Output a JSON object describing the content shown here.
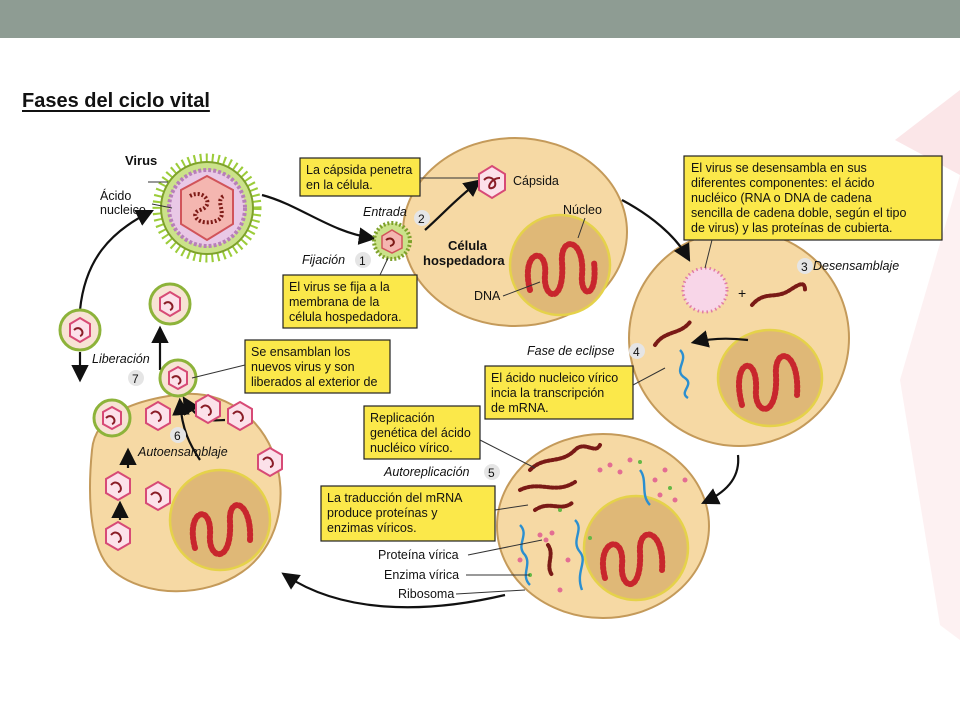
{
  "page": {
    "title": "Fases del ciclo vital",
    "bar_color": "#8e9c93"
  },
  "diagram": {
    "labels": {
      "virus": "Virus",
      "acido_nucleico_1": "Ácido",
      "acido_nucleico_2": "nucleico",
      "entrada": "Entrada",
      "capsida": "Cápsida",
      "nucleo": "Núcleo",
      "celula_1": "Célula",
      "celula_2": "hospedadora",
      "fijacion": "Fijación",
      "dna": "DNA",
      "desensamblaje": "Desensamblaje",
      "fase_eclipse": "Fase de eclipse",
      "liberacion": "Liberación",
      "autoensamblaje": "Autoensamblaje",
      "autoreplicacion": "Autoreplicación",
      "proteina_virica": "Proteína vírica",
      "enzima_virica": "Enzima vírica",
      "ribosoma": "Ribosoma",
      "plus": "+"
    },
    "steps": [
      "1",
      "2",
      "3",
      "4",
      "5",
      "6",
      "7"
    ],
    "notes": {
      "capsida_penetra": [
        "La cápsida penetra",
        "en la célula."
      ],
      "virus_se_fija": [
        "El virus se fija a la",
        "membrana de la",
        "célula hospedadora."
      ],
      "desensambla": [
        "El virus se desensambla en sus",
        "diferentes componentes: el ácido",
        "nucléico (RNA o DNA de cadena",
        "sencilla de cadena doble, según el tipo",
        "de virus) y las proteínas de cubierta."
      ],
      "ensamblan": [
        "Se ensamblan los",
        "nuevos virus y son",
        "liberados al exterior de"
      ],
      "acido_inicia": [
        "El ácido nucleico vírico",
        "incia la transcripción",
        "de mRNA."
      ],
      "replicacion": [
        "Replicación",
        "genética del ácido",
        "nucléico vírico."
      ],
      "traduccion": [
        "La traducción del mRNA",
        "produce proteínas y",
        "enzimas víricos."
      ]
    },
    "colors": {
      "cell": "#f6d9a4",
      "nucleus": "#dfb877",
      "note": "#fbe84a",
      "dna": "#c8262d",
      "mrna": "#2b8fd0",
      "capsid": "#d74a76"
    }
  }
}
